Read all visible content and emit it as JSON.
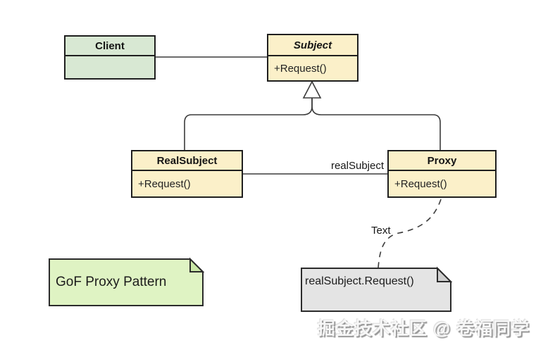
{
  "diagram": {
    "classes": {
      "client": {
        "name": "Client"
      },
      "subject": {
        "name": "Subject",
        "method": "+Request()"
      },
      "realsubject": {
        "name": "RealSubject",
        "method": "+Request()"
      },
      "proxy": {
        "name": "Proxy",
        "method": "+Request()"
      }
    },
    "labels": {
      "association": "realSubject",
      "note_link": "Text"
    },
    "notes": {
      "pattern": "GoF Proxy Pattern",
      "implementation": "realSubject.Request()"
    },
    "watermark": "掘金技术社区 @ 卷福同学",
    "colors": {
      "class_green_fill": "#d8e8d3",
      "class_yellow_fill": "#fbf0c9",
      "note_green_fill": "#dff3c3",
      "note_gray_fill": "#e4e4e4",
      "line_stroke": "#3b3b3b",
      "border_stroke": "#1f1f1f"
    }
  }
}
